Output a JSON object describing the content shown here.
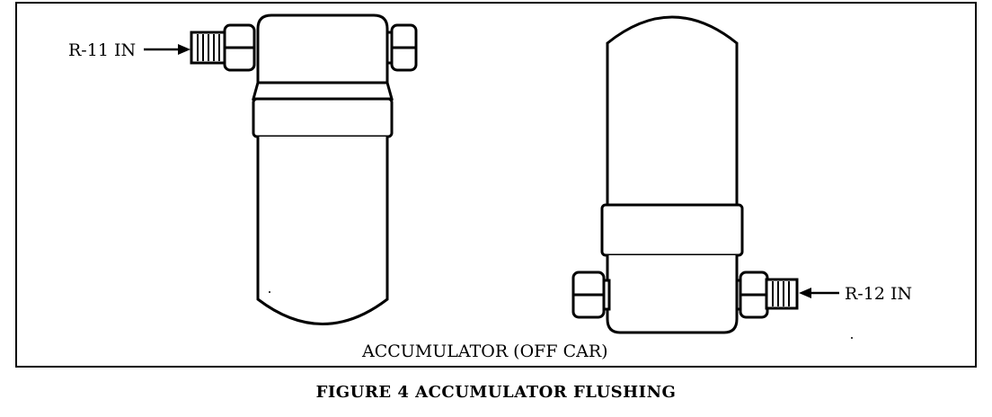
{
  "labels": {
    "left_inlet": "R-11 IN",
    "right_inlet": "R-12 IN",
    "center_label": "ACCUMULATOR (OFF CAR)"
  },
  "caption": "FIGURE 4 ACCUMULATOR FLUSHING"
}
